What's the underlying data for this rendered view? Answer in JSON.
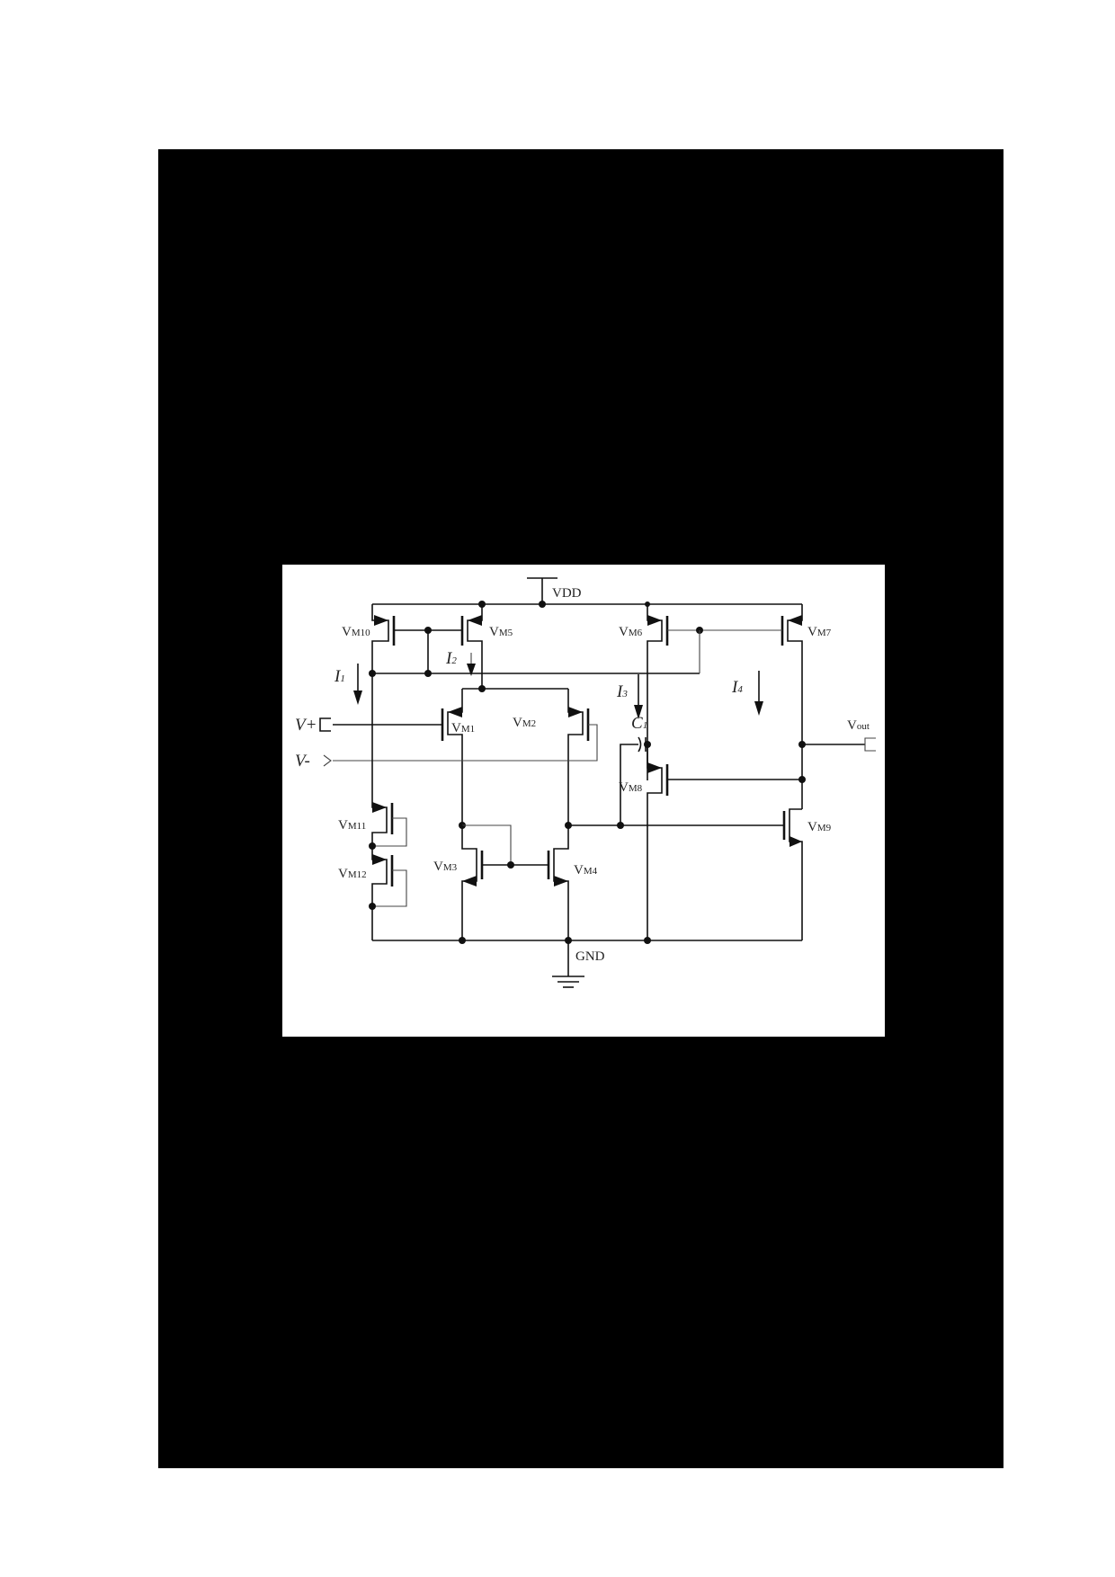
{
  "page": {
    "redaction_color": "#000000",
    "background": "#ffffff"
  },
  "figure": {
    "type": "CMOS two-stage operational amplifier schematic",
    "supply_label": "VDD",
    "ground_label": "GND",
    "inputs": [
      {
        "id": "vplus",
        "label": "V+"
      },
      {
        "id": "vminus",
        "label": "V-"
      }
    ],
    "output": {
      "label_main": "V",
      "label_sub": "out"
    },
    "capacitor": {
      "label_main": "C",
      "label_sub": "1"
    },
    "currents": [
      {
        "main": "I",
        "sub": "1"
      },
      {
        "main": "I",
        "sub": "2"
      },
      {
        "main": "I",
        "sub": "3"
      },
      {
        "main": "I",
        "sub": "4"
      }
    ],
    "transistors": [
      {
        "main": "V",
        "sub": "M1",
        "type": "PMOS"
      },
      {
        "main": "V",
        "sub": "M2",
        "type": "PMOS"
      },
      {
        "main": "V",
        "sub": "M3",
        "type": "NMOS"
      },
      {
        "main": "V",
        "sub": "M4",
        "type": "NMOS"
      },
      {
        "main": "V",
        "sub": "M5",
        "type": "PMOS"
      },
      {
        "main": "V",
        "sub": "M6",
        "type": "PMOS"
      },
      {
        "main": "V",
        "sub": "M7",
        "type": "PMOS"
      },
      {
        "main": "V",
        "sub": "M8",
        "type": "PMOS"
      },
      {
        "main": "V",
        "sub": "M9",
        "type": "NMOS"
      },
      {
        "main": "V",
        "sub": "M10",
        "type": "PMOS"
      },
      {
        "main": "V",
        "sub": "M11",
        "type": "PMOS"
      },
      {
        "main": "V",
        "sub": "M12",
        "type": "PMOS"
      }
    ]
  }
}
